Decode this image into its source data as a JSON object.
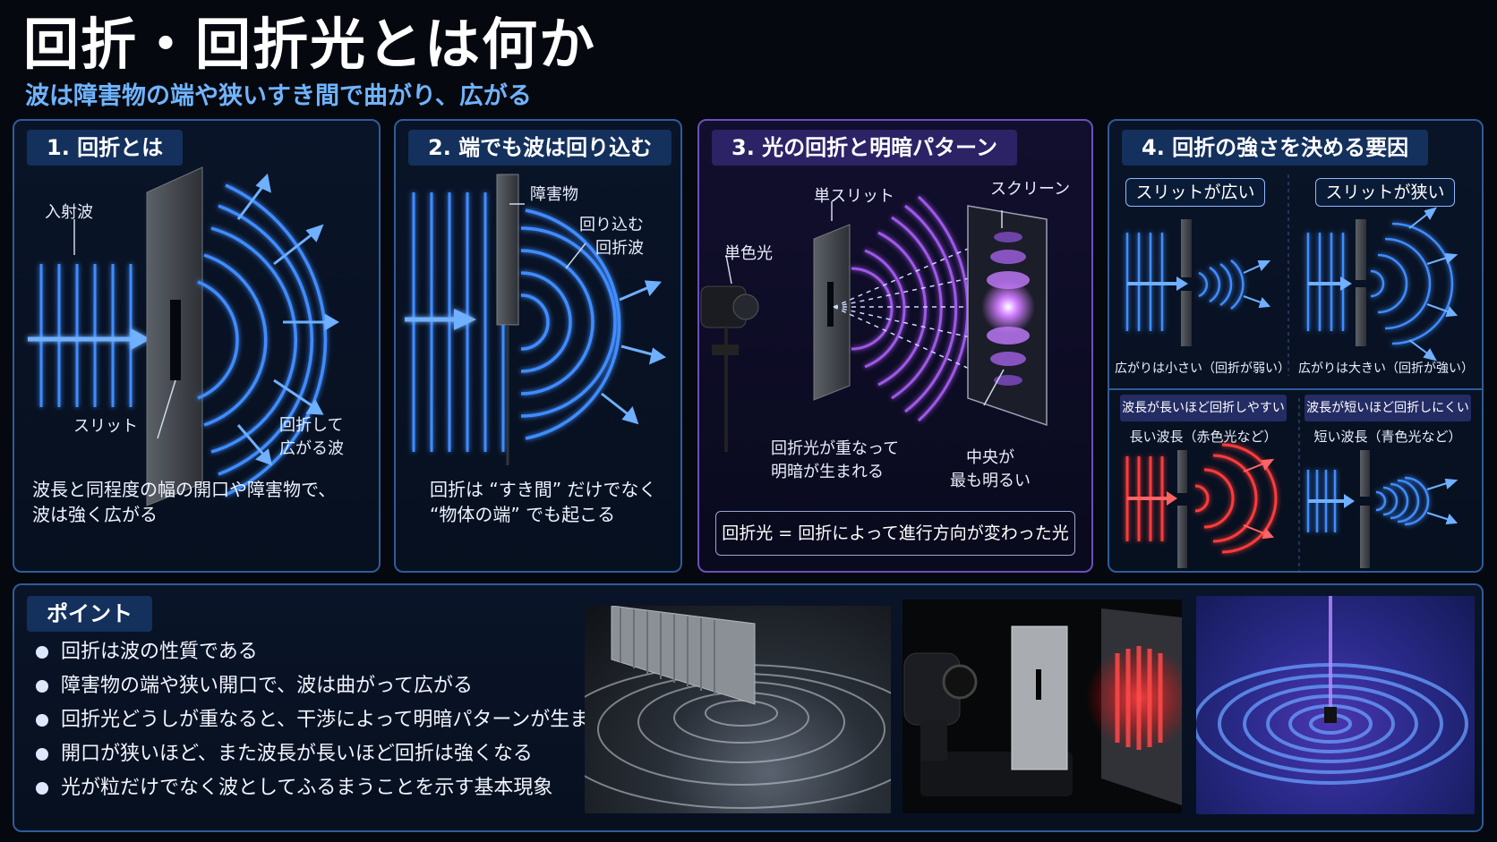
{
  "title": "回折・回折光とは何か",
  "subtitle": "波は障害物の端や狭いすき間で曲がり、広がる",
  "panel1": {
    "heading": "1. 回折とは",
    "label_incident": "入射波",
    "label_slit": "スリット",
    "label_spread": "回折して\n広がる波",
    "caption": "波長と同程度の幅の開口や障害物で、\n波は強く広がる"
  },
  "panel2": {
    "heading": "2. 端でも波は回り込む",
    "label_obstacle": "障害物",
    "label_wrap": "回り込む\n回折波",
    "caption": "回折は “すき間” だけでなく\n“物体の端” でも起こる"
  },
  "panel3": {
    "heading": "3. 光の回折と明暗パターン",
    "label_slit": "単スリット",
    "label_screen": "スクリーン",
    "label_mono": "単色光",
    "label_overlap": "回折光が重なって\n明暗が生まれる",
    "label_center": "中央が\n最も明るい",
    "formula": "回折光 = 回折によって進行方向が変わった光"
  },
  "panel4": {
    "heading": "4. 回折の強さを決める要因",
    "wide_slit": "スリットが広い",
    "narrow_slit": "スリットが狭い",
    "wide_caption": "広がりは小さい（回折が弱い）",
    "narrow_caption": "広がりは大きい（回折が強い）",
    "long_tag": "波長が長いほど回折しやすい",
    "short_tag": "波長が短いほど回折しにくい",
    "long_caption": "長い波長（赤色光など）",
    "short_caption": "短い波長（青色光など）"
  },
  "points": {
    "heading": "ポイント",
    "items": [
      "回折は波の性質である",
      "障害物の端や狭い開口で、波は曲がって広がる",
      "回折光どうしが重なると、干渉によって明暗パターンが生まれる",
      "開口が狭いほど、また波長が長いほど回折は強くなる",
      "光が粒だけでなく波としてふるまうことを示す基本現象"
    ]
  },
  "colors": {
    "wave_blue": "#3f8cff",
    "wave_purple": "#b060ff",
    "wave_red": "#ff3b3b",
    "panel_border": "#2f5c9a",
    "subtitle": "#6fb4ff"
  }
}
